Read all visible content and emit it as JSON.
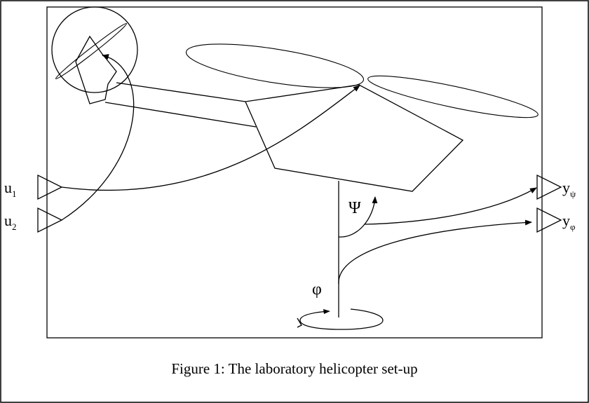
{
  "figure": {
    "caption": "Figure 1: The laboratory helicopter set-up"
  },
  "inputs": {
    "u1": {
      "base": "u",
      "sub": "1"
    },
    "u2": {
      "base": "u",
      "sub": "2"
    }
  },
  "outputs": {
    "y_psi": {
      "base": "y",
      "sub": "ψ"
    },
    "y_phi": {
      "base": "y",
      "sub": "φ"
    }
  },
  "angles": {
    "psi": "Ψ",
    "phi": "φ"
  }
}
